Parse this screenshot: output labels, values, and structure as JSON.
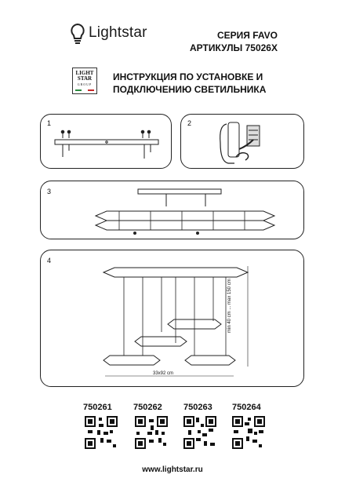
{
  "brand": {
    "name": "Lightstar",
    "badge_line1": "LIGHT",
    "badge_line2": "STAR",
    "badge_line3": "GROUP"
  },
  "header": {
    "series": "СЕРИЯ FAVO",
    "articles": "АРТИКУЛЫ 75026X"
  },
  "instruction": {
    "line1": "ИНСТРУКЦИЯ ПО УСТАНОВКЕ И",
    "line2": "ПОДКЛЮЧЕНИЮ СВЕТИЛЬНИКА"
  },
  "steps": [
    {
      "number": "1"
    },
    {
      "number": "2"
    },
    {
      "number": "3"
    },
    {
      "number": "4"
    }
  ],
  "dimensions": {
    "width": "33x92 cm",
    "height": "min 40 cm ... max 150 cm"
  },
  "articles": [
    "750261",
    "750262",
    "750263",
    "750264"
  ],
  "website": "www.lightstar.ru"
}
